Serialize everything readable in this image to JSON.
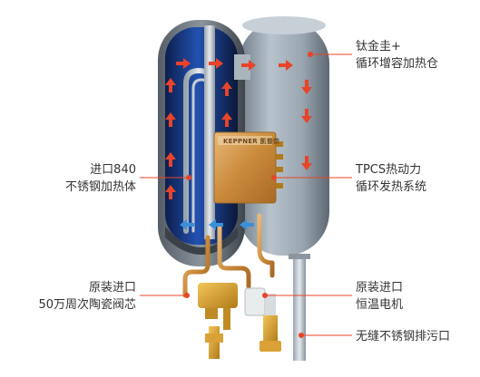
{
  "brand": "KEPPNER 凯普奈",
  "labels": {
    "titanium_tank": [
      "钛金圭+",
      "循环增容加热仓"
    ],
    "tpcs": [
      "TPCS热动力",
      "循环发热系统"
    ],
    "motor": [
      "原装进口",
      "恒温电机"
    ],
    "drain": [
      "无缝不锈钢排污口"
    ],
    "heater": [
      "进口840",
      "不锈钢加热体"
    ],
    "valve": [
      "原装进口",
      "50万周次陶瓷阀芯"
    ]
  },
  "colors": {
    "hot_arrow": "#e8442a",
    "cold_arrow": "#3a8fd8",
    "pipe_copper": "#c98a3a",
    "tank_blue": "#1d3f8c",
    "tank_gray": "#8c99a4",
    "leader_dot": "#e8442a",
    "label_text": "#333333"
  },
  "icons": [
    "arrow-hot-icon",
    "arrow-cold-icon",
    "leader-dot-icon"
  ]
}
